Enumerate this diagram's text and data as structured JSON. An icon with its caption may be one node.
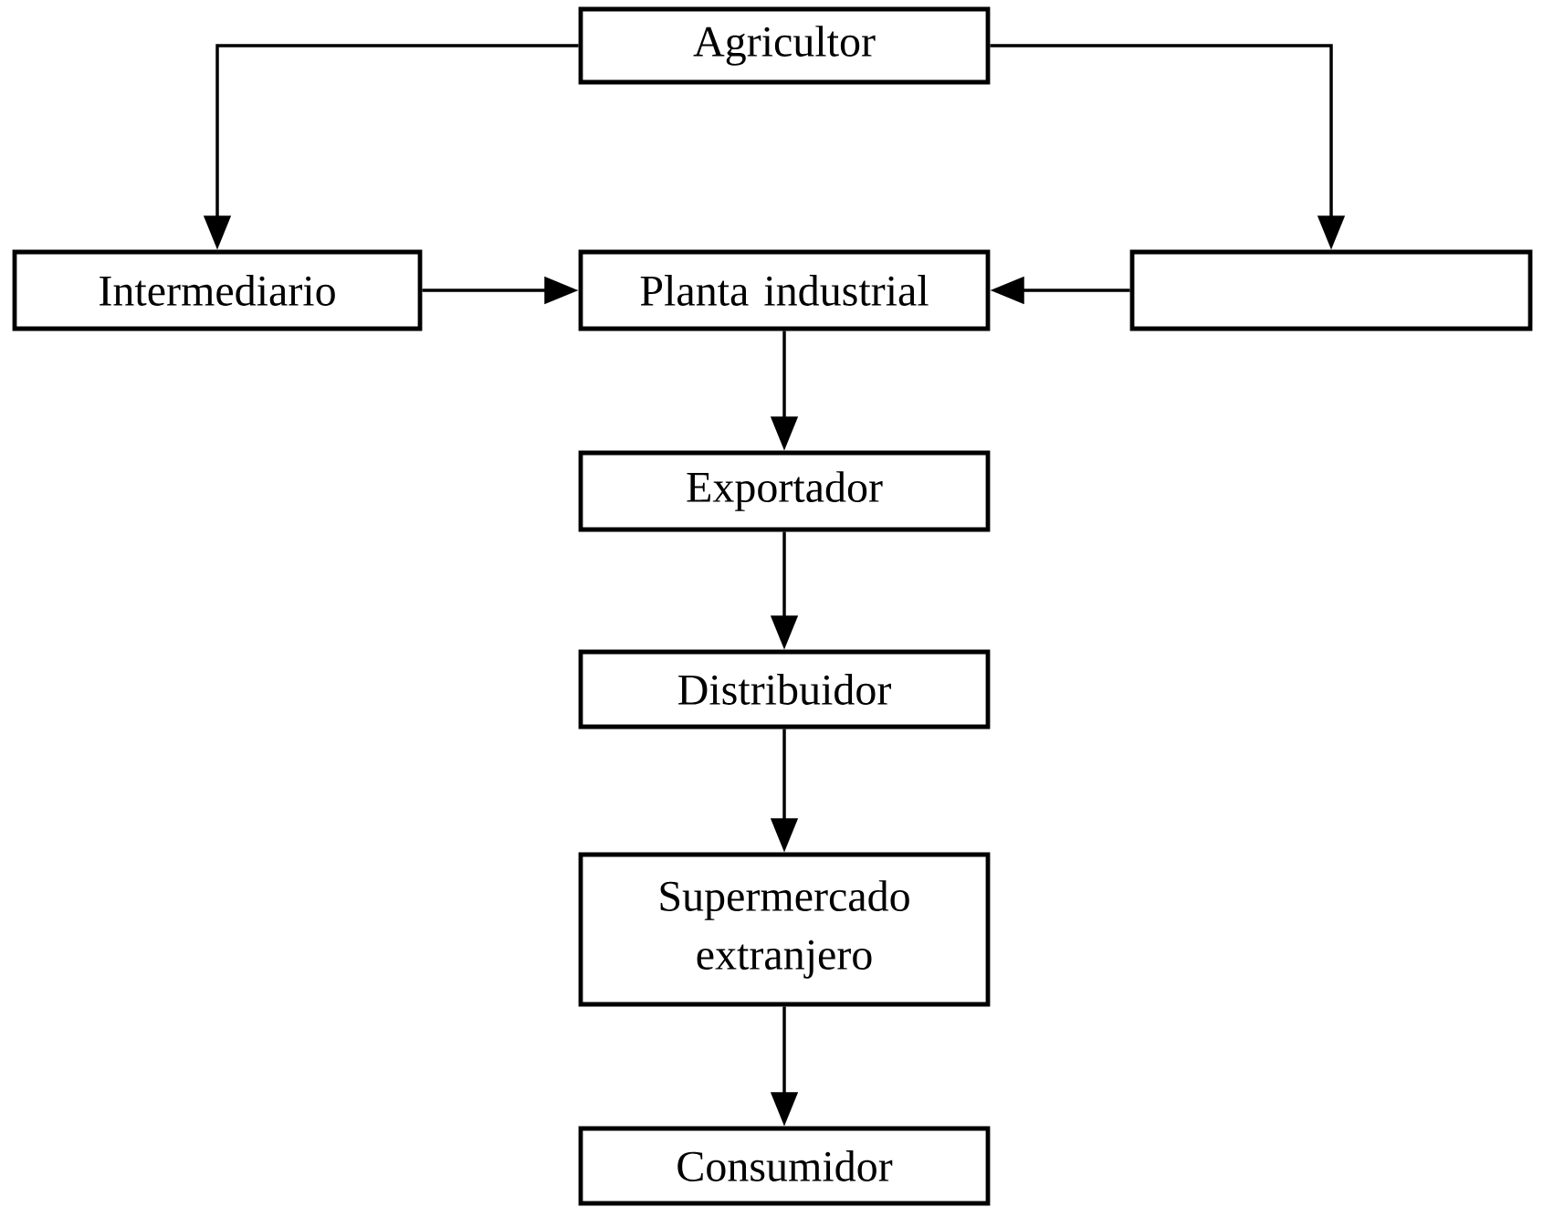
{
  "diagram": {
    "nodes": [
      {
        "text": [
          "Agricultor"
        ]
      },
      {
        "text": [
          "Intermediario"
        ]
      },
      {
        "text": [
          "Planta industrial"
        ]
      },
      {
        "text": [],
        "shape": "box"
      },
      {
        "text": [
          "Exportador"
        ]
      },
      {
        "text": [
          "Distribuidor"
        ]
      },
      {
        "text": [
          "Supermercado extranjero"
        ]
      },
      {
        "text": [
          "Consumidor"
        ]
      }
    ],
    "edges": [
      {
        "from": 0,
        "to": 1,
        "arrow": "to"
      },
      {
        "from": 0,
        "to": 3,
        "arrow": "to"
      },
      {
        "from": 1,
        "to": 2,
        "arrow": "to"
      },
      {
        "from": 3,
        "to": 2,
        "arrow": "to"
      },
      {
        "from": 2,
        "to": 4,
        "arrow": "to"
      },
      {
        "from": 4,
        "to": 5,
        "arrow": "to"
      },
      {
        "from": 5,
        "to": 6,
        "arrow": "to"
      },
      {
        "from": 6,
        "to": 7,
        "arrow": "to"
      }
    ]
  }
}
